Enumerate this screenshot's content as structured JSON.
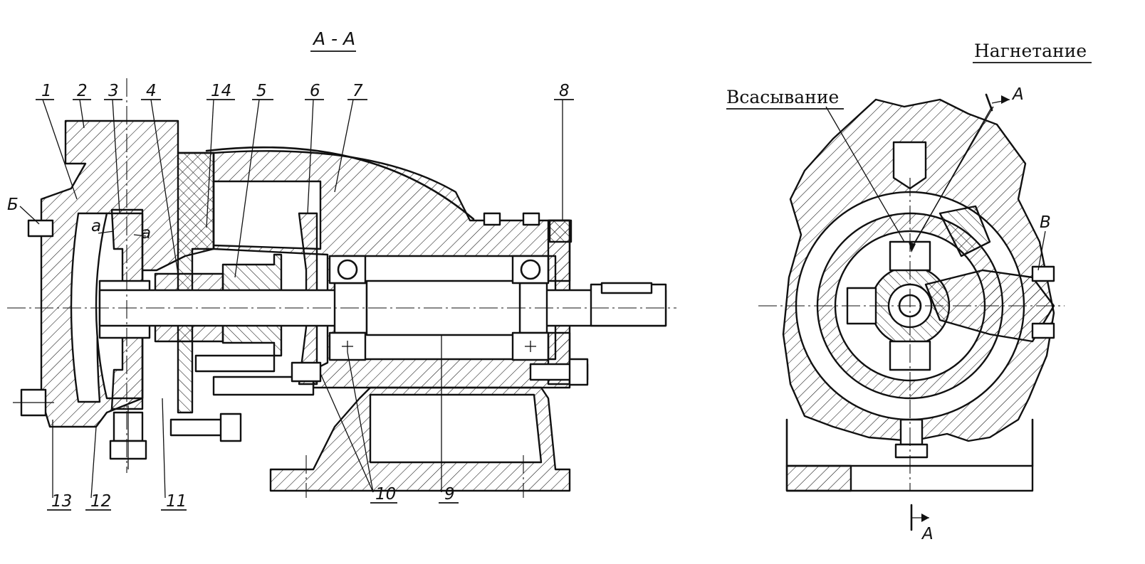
{
  "section_title": "А - А",
  "labels": {
    "suction": "Всасывание",
    "discharge": "Нагнетание"
  },
  "markers": {
    "b": "Б",
    "v": "В",
    "a_gap_left": "а",
    "a_gap_right": "а",
    "cut_top": "А",
    "cut_bottom": "А"
  },
  "callouts": {
    "c1": "1",
    "c2": "2",
    "c3": "3",
    "c4": "4",
    "c14": "14",
    "c5": "5",
    "c6": "6",
    "c7": "7",
    "c8": "8",
    "c13": "13",
    "c12": "12",
    "c11": "11",
    "c10": "10",
    "c9": "9"
  }
}
